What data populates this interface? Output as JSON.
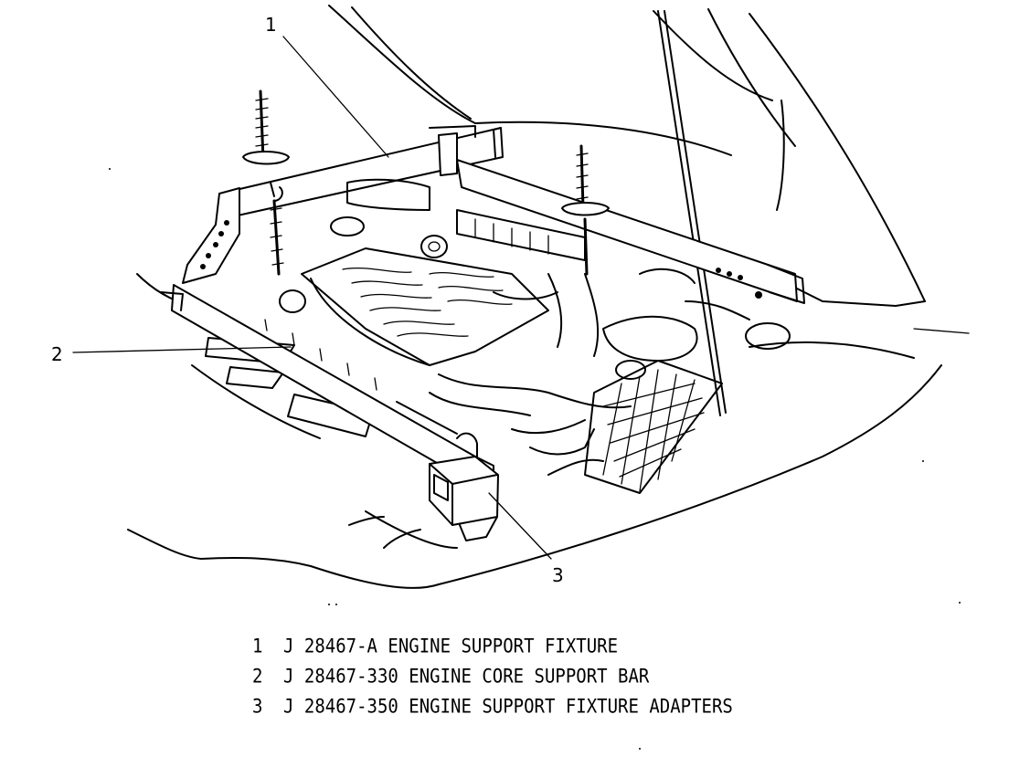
{
  "callouts": [
    {
      "number": "1",
      "name": "J 28467-A ENGINE SUPPORT FIXTURE"
    },
    {
      "number": "2",
      "name": "J 28467-330 ENGINE CORE SUPPORT BAR"
    },
    {
      "number": "3",
      "name": "J 28467-350 ENGINE SUPPORT FIXTURE ADAPTERS"
    }
  ],
  "legend": [
    {
      "number": "1",
      "text": "J 28467-A ENGINE SUPPORT FIXTURE"
    },
    {
      "number": "2",
      "text": "J 28467-330 ENGINE CORE SUPPORT BAR"
    },
    {
      "number": "3",
      "text": "J 28467-350 ENGINE SUPPORT FIXTURE ADAPTERS"
    }
  ]
}
